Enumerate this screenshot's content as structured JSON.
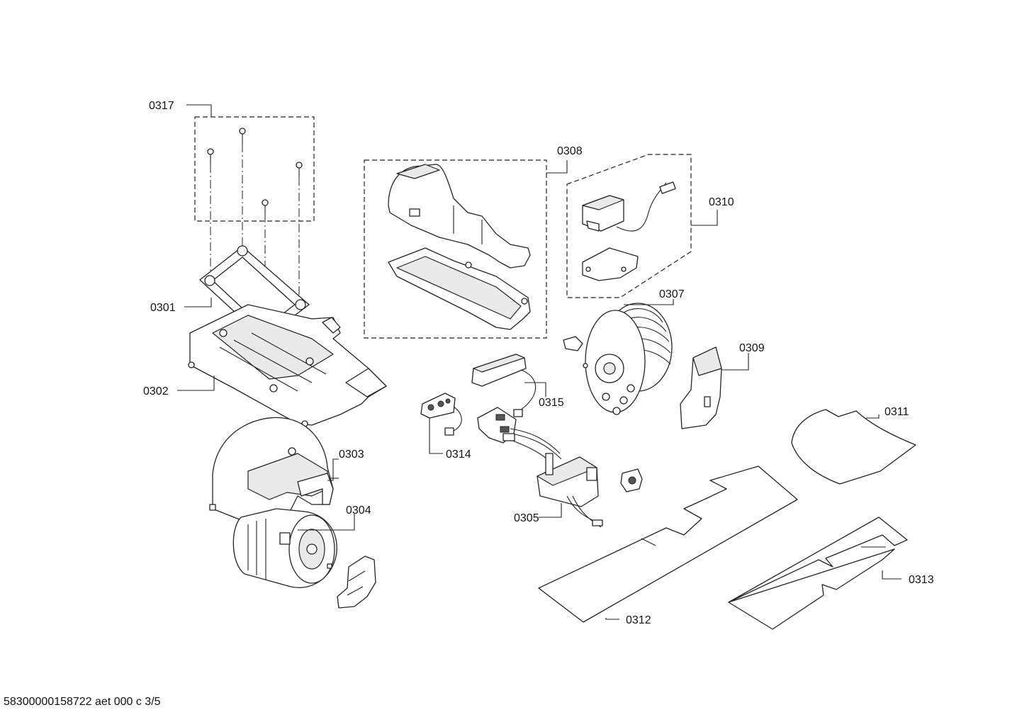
{
  "callouts": {
    "c0317": "0317",
    "c0301": "0301",
    "c0302": "0302",
    "c0303": "0303",
    "c0304": "0304",
    "c0308": "0308",
    "c0310": "0310",
    "c0307": "0307",
    "c0309": "0309",
    "c0315": "0315",
    "c0314": "0314",
    "c0311": "0311",
    "c0305": "0305",
    "c0312": "0312",
    "c0313": "0313"
  },
  "footer": {
    "document_code": "58300000158722 aet 000 c 3/5"
  }
}
